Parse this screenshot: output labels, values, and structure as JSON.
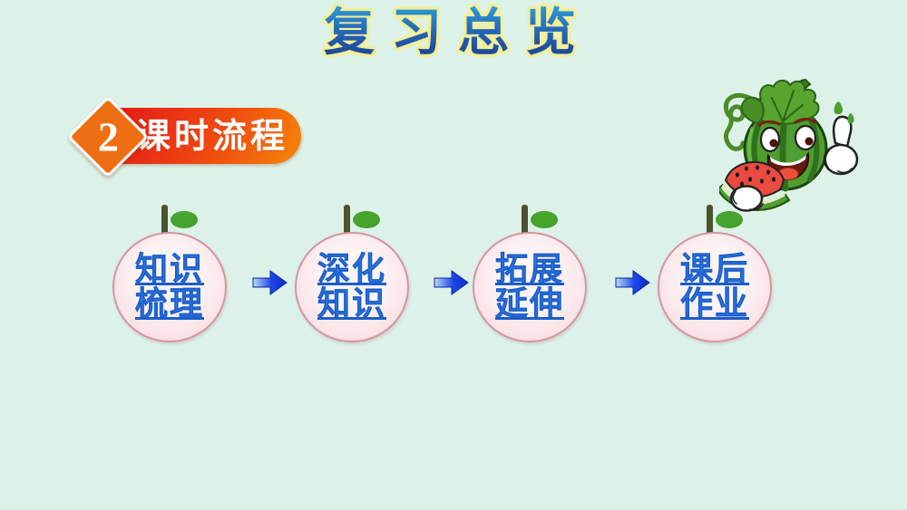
{
  "slide": {
    "background_color": "#dcf2e8"
  },
  "title": {
    "text": "复习总览",
    "fill_top": "#2fa0d8",
    "fill_bottom": "#1c3c8e",
    "outline_color": "#f2ef9a"
  },
  "section_banner": {
    "number": "2",
    "label": "课时流程",
    "diamond_color": "#ee6f12",
    "bar_gradient_start": "#e51f15",
    "bar_gradient_end": "#f57f0b",
    "text_color": "#ffffff"
  },
  "mascot": {
    "icon": "watermelon-cartoon-thumbs-up"
  },
  "flow": {
    "steps": [
      {
        "line1": "知识",
        "line2": "梳理"
      },
      {
        "line1": "深化",
        "line2": "知识"
      },
      {
        "line1": "拓展",
        "line2": "延伸"
      },
      {
        "line1": "课后",
        "line2": "作业"
      }
    ],
    "arrow_icon": "right-arrow",
    "arrow_color_start": "#b9d9f7",
    "arrow_color_end": "#0c2cc4",
    "step_text_color": "#2e7ce4",
    "circle_border_color": "#d695a1",
    "leaf_color": "#3a9a24",
    "stem_color": "#4a5230"
  }
}
